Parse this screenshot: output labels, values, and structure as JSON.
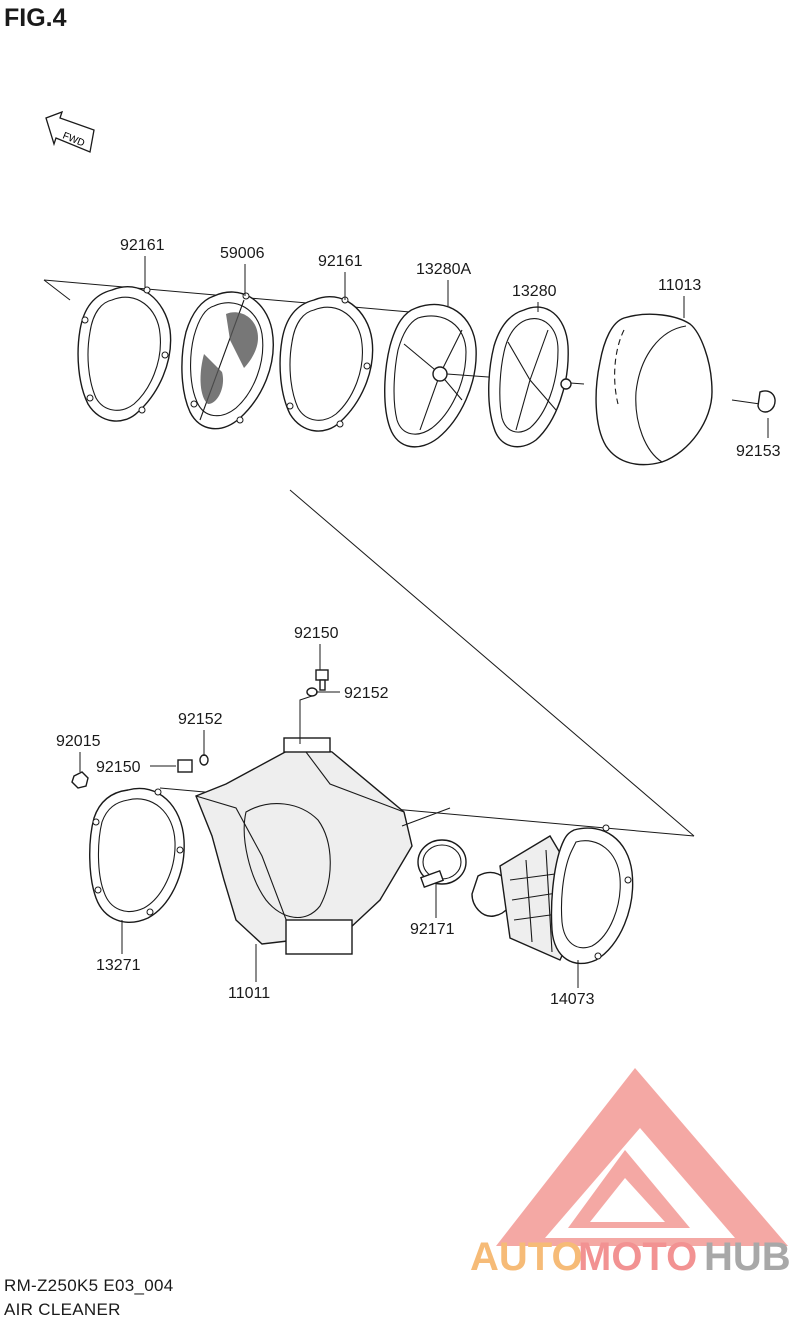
{
  "figure": {
    "title": "FIG.4",
    "direction_marker": "FWD"
  },
  "parts": {
    "gasket_outer": "92161",
    "reed_screen": "59006",
    "gasket_inner": "92161",
    "filter_cage_a": "13280A",
    "filter_cage": "13280",
    "air_filter_element": "11013",
    "wing_bolt": "92153",
    "bolt_top": "92150",
    "washer_top": "92152",
    "washer_side": "92152",
    "nut": "92015",
    "bolt_side": "92150",
    "seal_gasket": "13271",
    "air_box": "11011",
    "hose_clamp": "92171",
    "intake_duct": "14073"
  },
  "caption": {
    "model_code": "RM-Z250K5 E03_004",
    "section_name": "AIR CLEANER"
  },
  "watermark": {
    "brand_part1": "AUTO",
    "brand_part2": "MOTO",
    "brand_part3": "HUB",
    "color_orange": "#f5a623",
    "color_red": "#e8403a",
    "color_grey": "#8a8a8a"
  }
}
